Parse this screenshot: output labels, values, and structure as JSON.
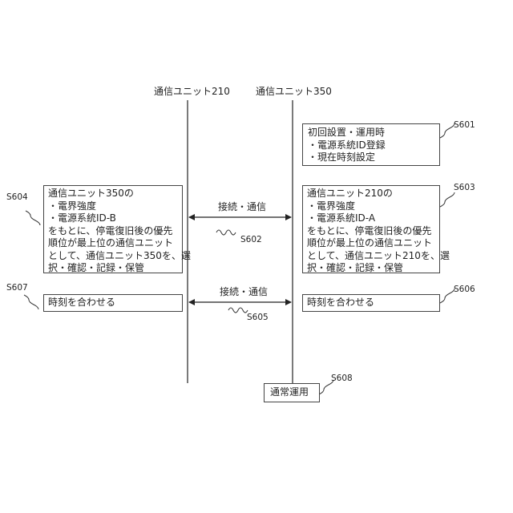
{
  "lifelines": {
    "left_label": "通信ユニット210",
    "right_label": "通信ユニット350"
  },
  "boxes": {
    "s601": {
      "step": "S601",
      "lines": [
        "初回設置・運用時",
        "・電源系統ID登録",
        "・現在時刻設定"
      ]
    },
    "s604": {
      "step": "S604",
      "lines": [
        "通信ユニット350の",
        "・電界強度",
        "・電源系統ID-B",
        "をもとに、停電復旧後の優先",
        "順位が最上位の通信ユニット",
        "として、通信ユニット350を、選",
        "択・確認・記録・保管"
      ]
    },
    "s603": {
      "step": "S603",
      "lines": [
        "通信ユニット210の",
        "・電界強度",
        "・電源系統ID-A",
        "をもとに、停電復旧後の優先",
        "順位が最上位の通信ユニット",
        "として、通信ユニット210を、選",
        "択・確認・記録・保管"
      ]
    },
    "s607": {
      "step": "S607",
      "text": "時刻を合わせる"
    },
    "s606": {
      "step": "S606",
      "text": "時刻を合わせる"
    },
    "s608": {
      "step": "S608",
      "text": "通常運用"
    }
  },
  "messages": {
    "s602": {
      "label": "接続・通信",
      "step": "S602"
    },
    "s605": {
      "label": "接続・通信",
      "step": "S605"
    }
  }
}
